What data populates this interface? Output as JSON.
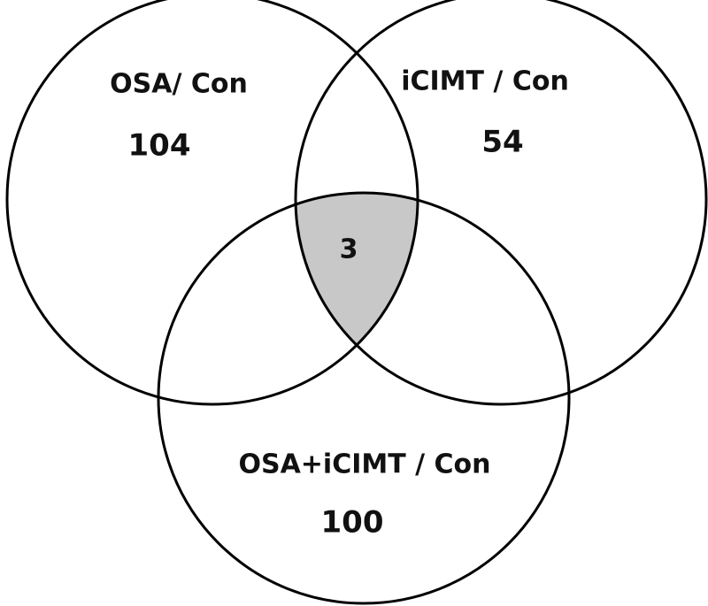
{
  "colors": {
    "stroke": "#000000",
    "intersection_fill": "#c8c8c8",
    "background": "#ffffff"
  },
  "sets": [
    {
      "name": "OSA/ Con",
      "count": "104"
    },
    {
      "name": "iCIMT / Con",
      "count": "54"
    },
    {
      "name": "OSA+iCIMT / Con",
      "count": "100"
    }
  ],
  "intersection_all": {
    "count": "3"
  }
}
